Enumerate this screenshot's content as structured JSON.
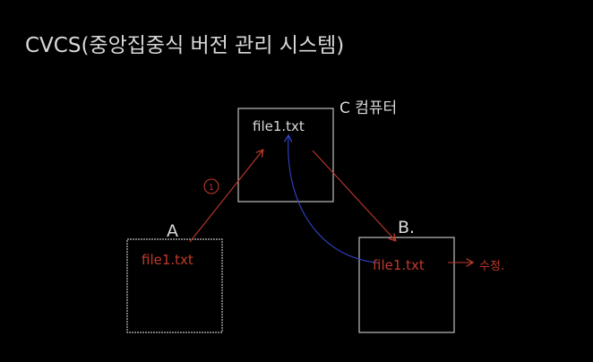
{
  "title": "CVCS(중앙집중식 버전 관리 시스템)",
  "server": {
    "label": "C 컴퓨터",
    "file": "file1.txt"
  },
  "client_a": {
    "label": "A",
    "file": "file1.txt"
  },
  "client_b": {
    "label": "B.",
    "file": "file1.txt",
    "action": "수정."
  },
  "step_marker": "①",
  "colors": {
    "background": "#000000",
    "ink": "#d9d9d9",
    "red": "#c0392b",
    "blue": "#3044c8"
  }
}
